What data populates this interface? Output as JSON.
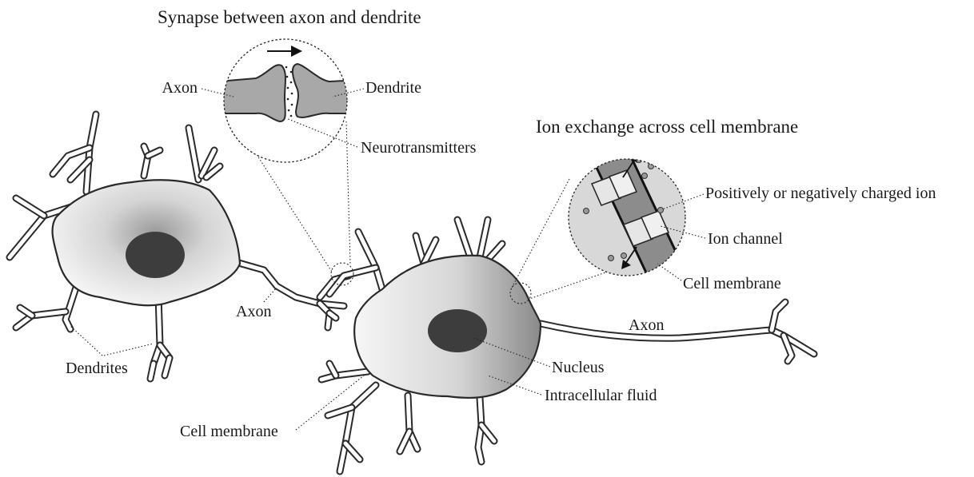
{
  "titles": {
    "synapse": "Synapse between axon and dendrite",
    "ion_exchange": "Ion exchange across cell membrane"
  },
  "labels": {
    "synapse_axon": "Axon",
    "synapse_dendrite": "Dendrite",
    "neurotransmitters": "Neurotransmitters",
    "charged_ion": "Positively or negatively charged ion",
    "ion_channel": "Ion channel",
    "inset_cell_membrane": "Cell membrane",
    "left_axon": "Axon",
    "dendrites": "Dendrites",
    "right_axon": "Axon",
    "nucleus": "Nucleus",
    "intracellular_fluid": "Intracellular fluid",
    "cell_membrane": "Cell membrane"
  },
  "colors": {
    "outline": "#2a2a2a",
    "nucleus": "#3d3d3d",
    "cell_fill_dark": "#9a9a9a",
    "cell_fill_light": "#f2f2f2",
    "synapse_fill": "#a8a8a8",
    "membrane_band": "#8c8c8c"
  }
}
